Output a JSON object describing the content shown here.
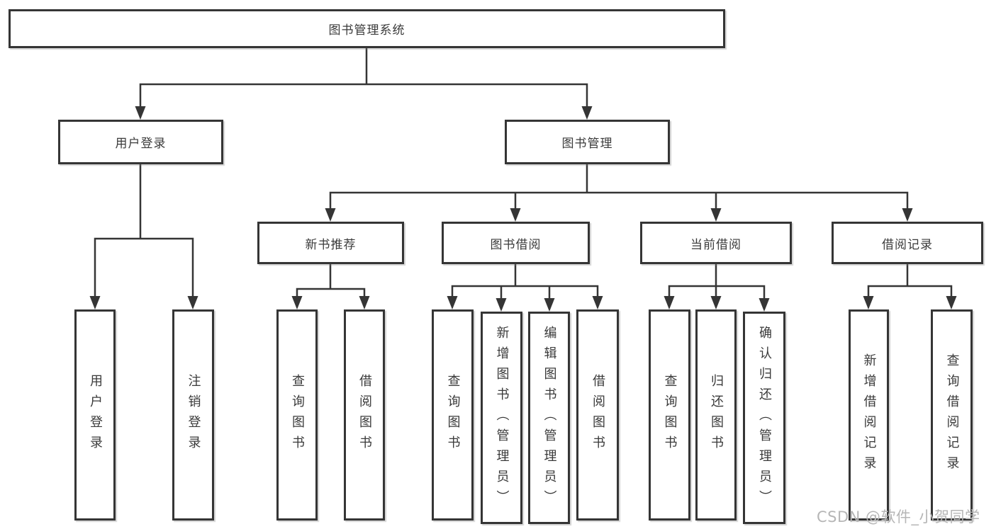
{
  "diagram": {
    "type": "hierarchy-tree",
    "title": "图书管理系统"
  },
  "colors": {
    "background": "#ffffff",
    "line": "#353535",
    "box_border": "#353535",
    "text": "#3a3a3a",
    "watermark": "#b6b6b6"
  },
  "tree": {
    "label": "图书管理系统",
    "children": [
      {
        "label": "用户登录",
        "children": [
          {
            "label": "用户登录"
          },
          {
            "label": "注销登录"
          }
        ]
      },
      {
        "label": "图书管理",
        "children": [
          {
            "label": "新书推荐",
            "children": [
              {
                "label": "查询图书"
              },
              {
                "label": "借阅图书"
              }
            ]
          },
          {
            "label": "图书借阅",
            "children": [
              {
                "label": "查询图书"
              },
              {
                "label": "新增图书（管理员）"
              },
              {
                "label": "编辑图书（管理员）"
              },
              {
                "label": "借阅图书"
              }
            ]
          },
          {
            "label": "当前借阅",
            "children": [
              {
                "label": "查询图书"
              },
              {
                "label": "归还图书"
              },
              {
                "label": "确认归还（管理员）"
              }
            ]
          },
          {
            "label": "借阅记录",
            "children": [
              {
                "label": "新增借阅记录"
              },
              {
                "label": "查询借阅记录"
              }
            ]
          }
        ]
      }
    ]
  },
  "watermark": {
    "text": "CSDN @软件_小贺同学"
  }
}
